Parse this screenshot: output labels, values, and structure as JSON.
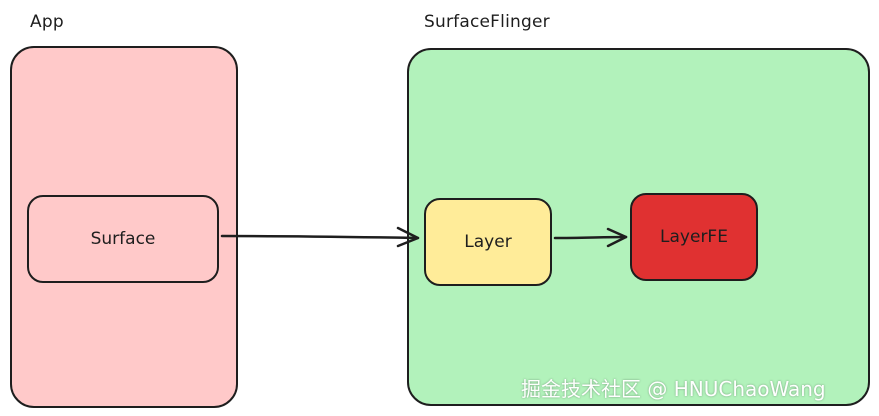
{
  "colors": {
    "app_fill": "#ffc9c9",
    "surfaceflinger_fill": "#b2f2bb",
    "surface_fill": "#ffc9c9",
    "layer_fill": "#ffec99",
    "layerfe_fill": "#e03131",
    "stroke": "#1e1e1e"
  },
  "app": {
    "title": "App",
    "surface_label": "Surface"
  },
  "surfaceflinger": {
    "title": "SurfaceFlinger",
    "layer_label": "Layer",
    "layerfe_label": "LayerFE"
  },
  "watermark": "掘金技术社区 @ HNUChaoWang"
}
